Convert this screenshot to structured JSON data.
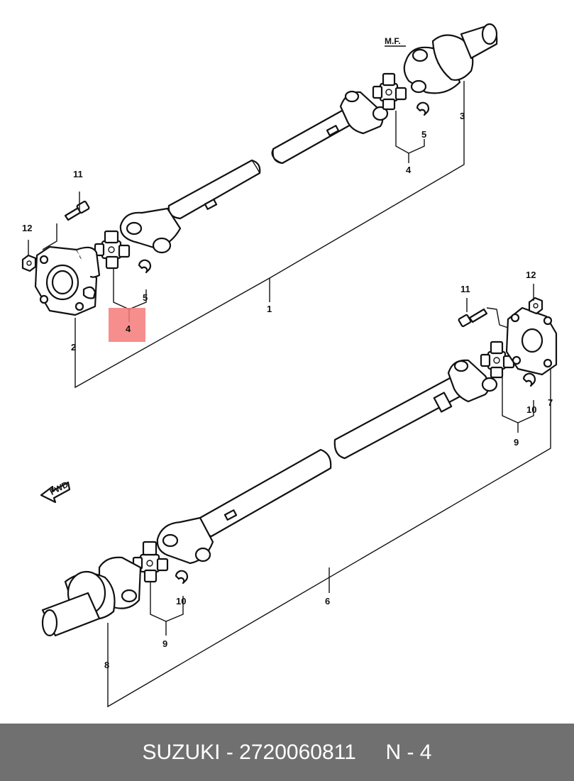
{
  "diagram": {
    "marks": {
      "mf": "M.F.",
      "fwd": "FWD"
    },
    "callouts": {
      "c1": "1",
      "c2": "2",
      "c3": "3",
      "c4_top": "4",
      "c4_mid": "4",
      "c5_top": "5",
      "c5_mid": "5",
      "c6": "6",
      "c7": "7",
      "c8": "8",
      "c9_right": "9",
      "c9_left": "9",
      "c10_right": "10",
      "c10_left": "10",
      "c11_left": "11",
      "c11_right": "11",
      "c12_left": "12",
      "c12_right": "12"
    },
    "highlight_color": "#f47a7a"
  },
  "footer": {
    "text": "SUZUKI - 2720060811     N - 4"
  }
}
